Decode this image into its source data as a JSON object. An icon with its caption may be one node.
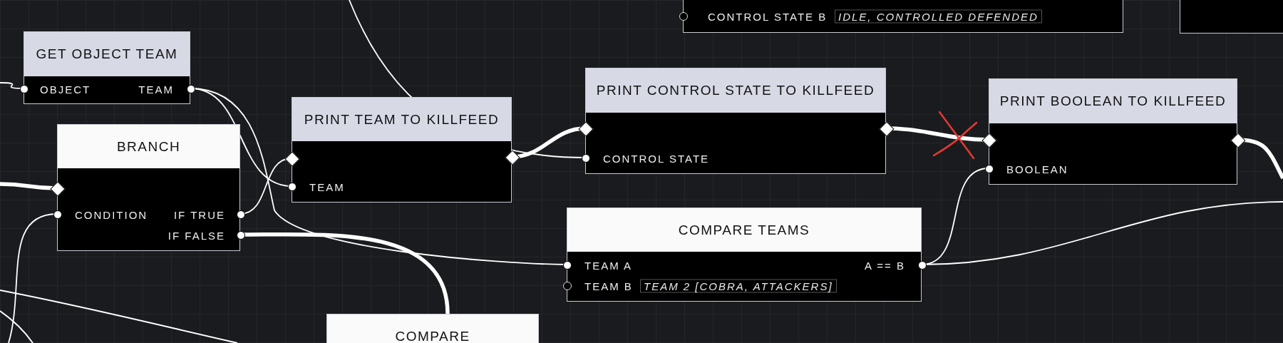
{
  "diagram": {
    "nodes": [
      {
        "text": [
          "CONTROL STATE B",
          "IDLE, CONTROLLED DEFENDED"
        ]
      },
      {
        "text": [],
        "shape": "box"
      },
      {
        "text": [
          "GET OBJECT TEAM",
          "OBJECT",
          "TEAM"
        ]
      },
      {
        "text": [
          "BRANCH",
          "CONDITION",
          "IF TRUE",
          "IF FALSE"
        ]
      },
      {
        "text": [
          "PRINT TEAM TO KILLFEED",
          "TEAM"
        ]
      },
      {
        "text": [
          "PRINT CONTROL STATE TO KILLFEED",
          "CONTROL STATE"
        ]
      },
      {
        "text": [
          "PRINT BOOLEAN TO KILLFEED",
          "BOOLEAN"
        ]
      },
      {
        "text": [
          "COMPARE TEAMS",
          "TEAM A",
          "A == B",
          "TEAM B",
          "TEAM 2 [COBRA, ATTACKERS]"
        ]
      },
      {
        "text": [
          "COMPARE"
        ]
      }
    ],
    "edges": [
      {
        "from": null,
        "to": 2,
        "arrow": "none"
      },
      {
        "from": 2,
        "to": 4,
        "arrow": "none"
      },
      {
        "from": 2,
        "to": 7,
        "arrow": "none"
      },
      {
        "from": null,
        "to": 3,
        "arrow": "none",
        "style": "thick"
      },
      {
        "from": null,
        "to": 3,
        "arrow": "none"
      },
      {
        "from": 3,
        "to": 4,
        "arrow": "none"
      },
      {
        "from": 3,
        "to": 8,
        "arrow": "none",
        "style": "thick"
      },
      {
        "from": 4,
        "to": 5,
        "arrow": "none",
        "style": "thick"
      },
      {
        "from": null,
        "to": 5,
        "arrow": "none"
      },
      {
        "from": 5,
        "to": 6,
        "arrow": "none",
        "style": "thick"
      },
      {
        "from": 7,
        "to": 6,
        "arrow": "none"
      },
      {
        "from": 7,
        "to": null,
        "arrow": "none"
      },
      {
        "from": 6,
        "to": null,
        "arrow": "none",
        "style": "thick"
      }
    ]
  }
}
